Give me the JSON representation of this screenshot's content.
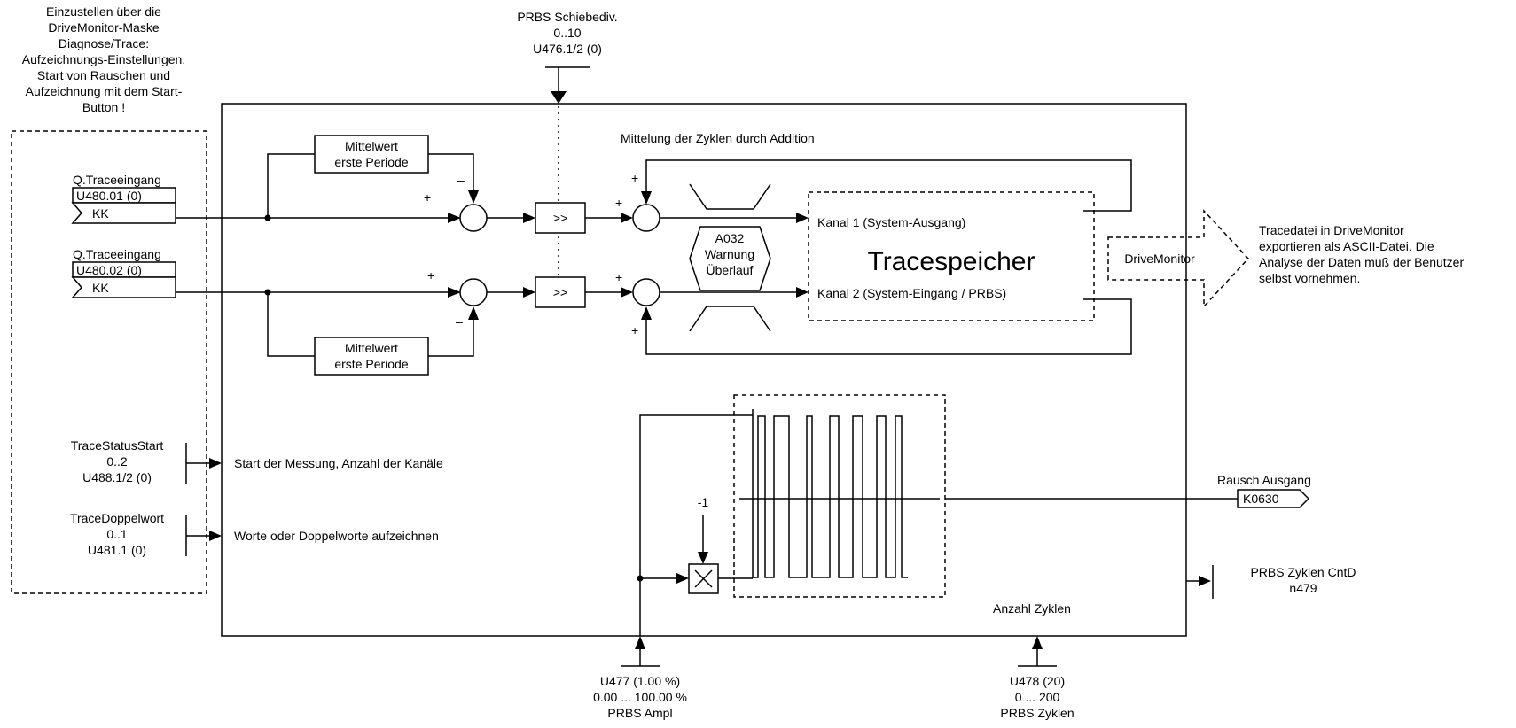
{
  "notes": {
    "setup": [
      "Einzustellen über die",
      "DriveMonitor-Maske",
      "Diagnose/Trace:",
      "Aufzeichnungs-Einstellungen.",
      "Start von Rauschen und",
      "Aufzeichnung mit dem Start-",
      "Button !"
    ],
    "export": [
      "Tracedatei in DriveMonitor",
      "exportieren als ASCII-Datei. Die",
      "Analyse der Daten muß der Benutzer",
      "selbst vornehmen."
    ]
  },
  "params": {
    "shift": [
      "PRBS Schiebediv.",
      "0..10",
      "U476.1/2 (0)"
    ],
    "ampl": [
      "U477 (1.00 %)",
      "0.00 ... 100.00 %",
      "PRBS Ampl"
    ],
    "zyklen": [
      "U478 (20)",
      "0 ... 200",
      "PRBS Zyklen"
    ],
    "status_start": [
      "TraceStatusStart",
      "0..2",
      "U488.1/2 (0)"
    ],
    "doppelwort": [
      "TraceDoppelwort",
      "0..1",
      "U481.1 (0)"
    ],
    "cntd": [
      "PRBS Zyklen CntD",
      "n479"
    ]
  },
  "inputs": [
    {
      "label": "Q.Traceeingang",
      "param": "U480.01 (0)",
      "type": "KK"
    },
    {
      "label": "Q.Traceeingang",
      "param": "U480.02 (0)",
      "type": "KK"
    }
  ],
  "blocks": {
    "mittelwert": [
      "Mittelwert",
      "erste Periode"
    ],
    "shift_op": ">>",
    "warn": [
      "A032",
      "Warnung",
      "Überlauf"
    ],
    "tracespeicher": "Tracespeicher",
    "kanal1": "Kanal 1  (System-Ausgang)",
    "kanal2": "Kanal 2  (System-Eingang / PRBS)",
    "drivemonitor": "DriveMonitor",
    "neg_one": "-1"
  },
  "labels": {
    "mittelung": "Mittelung der Zyklen durch Addition",
    "start_messung": "Start der Messung, Anzahl der Kanäle",
    "worte": "Worte oder Doppelworte aufzeichnen",
    "rausch": "Rausch Ausgang",
    "k0630": "K0630",
    "anzahl": "Anzahl Zyklen"
  },
  "signs": {
    "plus": "+",
    "minus": "–"
  }
}
